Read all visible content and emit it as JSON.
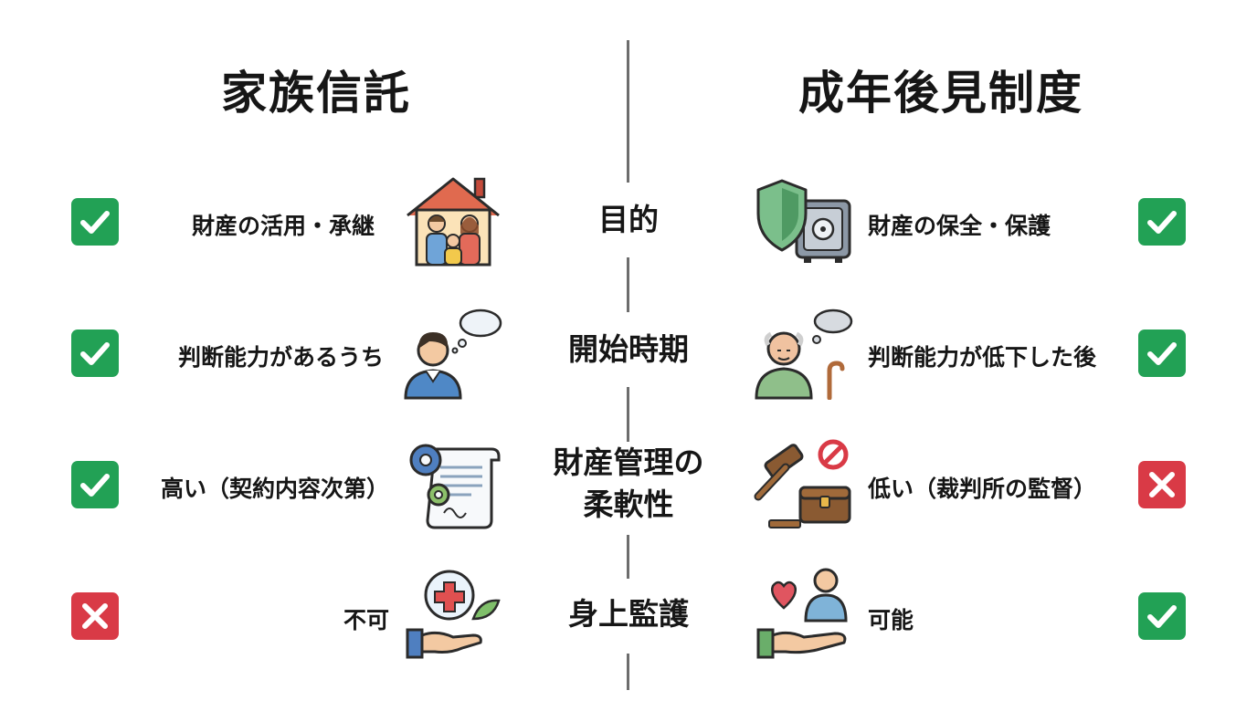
{
  "left_title": "家族信託",
  "right_title": "成年後見制度",
  "rows": [
    {
      "topic_lines": [
        "目的"
      ],
      "left": {
        "text": "財産の活用・承継",
        "status": "check",
        "icon": "family-house-icon"
      },
      "right": {
        "text": "財産の保全・保護",
        "status": "check",
        "icon": "shield-safe-icon"
      }
    },
    {
      "topic_lines": [
        "開始時期"
      ],
      "left": {
        "text": "判断能力があるうち",
        "status": "check",
        "icon": "thinking-person-icon"
      },
      "right": {
        "text": "判断能力が低下した後",
        "status": "check",
        "icon": "elderly-person-icon"
      }
    },
    {
      "topic_lines": [
        "財産管理の",
        "柔軟性"
      ],
      "left": {
        "text": "高い（契約内容次第）",
        "status": "check",
        "icon": "contract-gears-icon"
      },
      "right": {
        "text": "低い（裁判所の監督）",
        "status": "cross",
        "icon": "gavel-chest-icon"
      }
    },
    {
      "topic_lines": [
        "身上監護"
      ],
      "left": {
        "text": "不可",
        "status": "cross",
        "icon": "hand-medical-icon"
      },
      "right": {
        "text": "可能",
        "status": "check",
        "icon": "hand-care-icon"
      }
    }
  ],
  "colors": {
    "check": "#22a155",
    "cross": "#d93a46",
    "divider": "#6d6d6d"
  }
}
